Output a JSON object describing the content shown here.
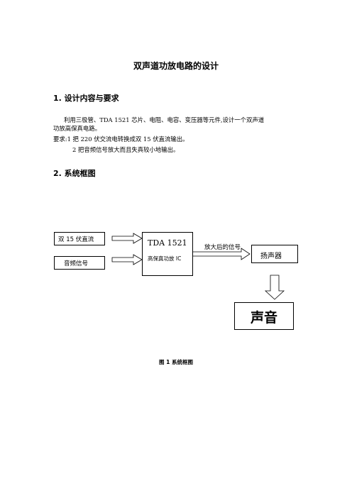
{
  "document": {
    "title": "双声道功放电路的设计",
    "section1": {
      "heading": "1. 设计内容与要求",
      "paragraph_line1": "利用三极管、TDA 1521 芯片、电阻、电容、变压器等元件,设计一个双声道",
      "paragraph_line2": "功放高保真电路。",
      "requirement1": "要求:1 把 220 伏交流电转换成双 15 伏直流输出。",
      "requirement2": "2 把音频信号放大而且失真较小地输出。"
    },
    "section2": {
      "heading": "2. 系统框图"
    },
    "diagram": {
      "input_power": "双 15 伏直流",
      "input_audio": "音频信号",
      "chip_name": "TDA 1521",
      "chip_desc": "高保真功放 IC",
      "signal_label": "放大后的信号",
      "speaker": "扬声器",
      "sound": "声音"
    },
    "caption": "图 1  系统框图"
  }
}
